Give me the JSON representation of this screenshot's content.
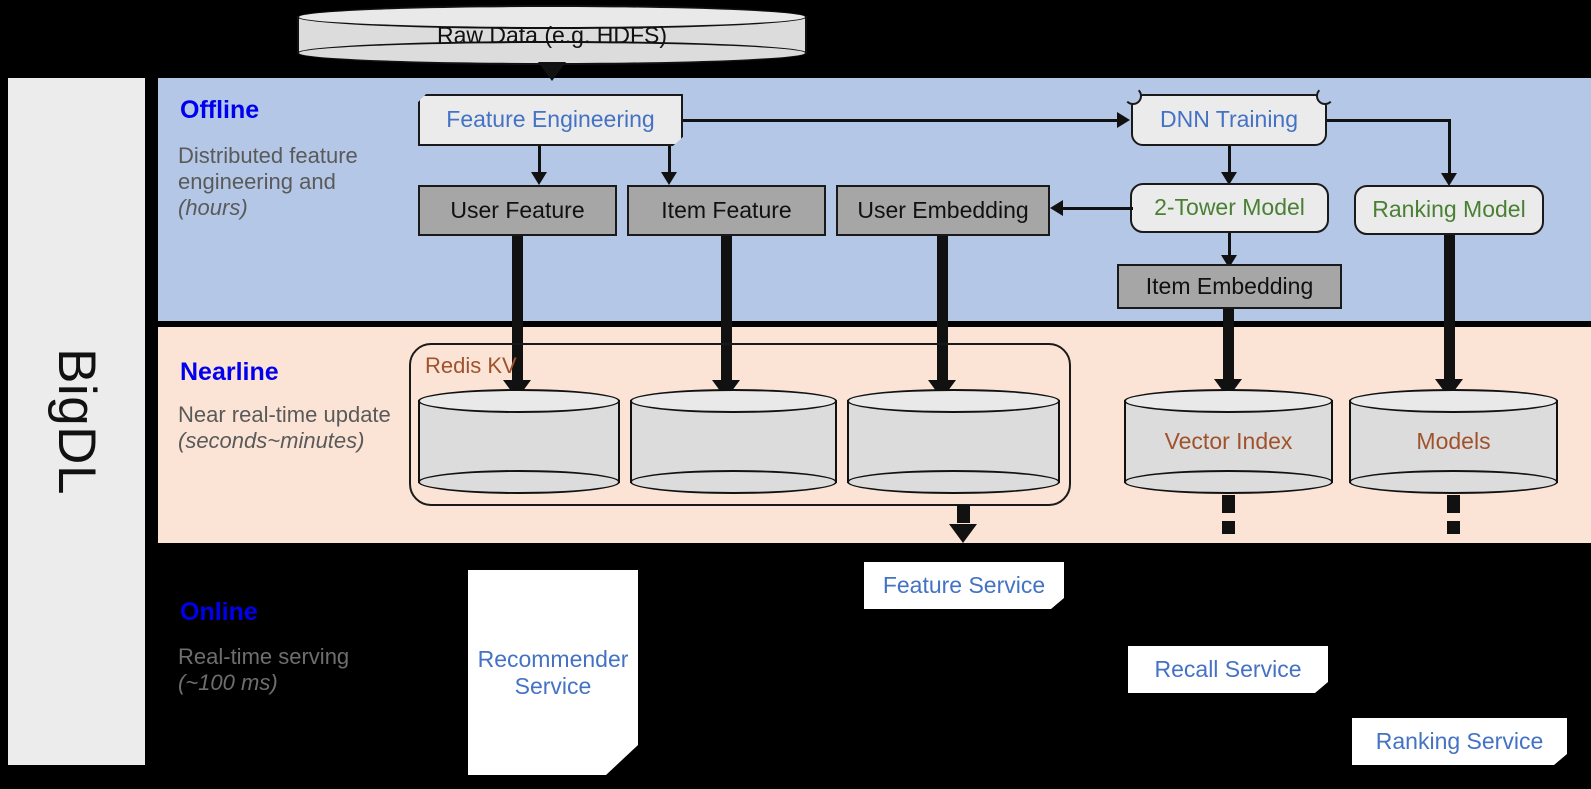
{
  "brand": {
    "name": "BigDL"
  },
  "bands": [
    {
      "id": "offline",
      "title": "Offline",
      "subtitle": "Distributed feature engineering and ",
      "subtitle_italic": "(hours)",
      "color": "#b4c7e7"
    },
    {
      "id": "nearline",
      "title": "Nearline",
      "subtitle": "Near real-time update ",
      "subtitle_italic": "(seconds~minutes)",
      "color": "#fbe4d5"
    },
    {
      "id": "online",
      "title": "Online",
      "subtitle": "Real-time serving ",
      "subtitle_italic": "(~100 ms)",
      "color": "#000000"
    }
  ],
  "nodes": {
    "raw_data": "Raw Data (e.g. HDFS)",
    "feature_engineering": "Feature Engineering",
    "dnn_training": "DNN Training",
    "user_feature": "User Feature",
    "item_feature": "Item Feature",
    "user_embedding": "User Embedding",
    "two_tower_model": "2-Tower Model",
    "ranking_model": "Ranking Model",
    "item_embedding": "Item Embedding",
    "redis_kv": "Redis KV",
    "vector_index": "Vector Index",
    "models": "Models",
    "feature_service": "Feature Service",
    "recall_service": "Recall Service",
    "ranking_service": "Ranking Service",
    "recommender_service": "Recommender Service"
  },
  "colors": {
    "offline_band": "#b4c7e7",
    "nearline_band": "#fbe4d5",
    "online_band": "#000000",
    "band_title": "#0000ee",
    "band_subtitle": "#5a5a5a",
    "blue_text": "#4472c4",
    "green_text": "#4a8033",
    "brown_text": "#a0522d",
    "grey_fill": "#a6a6a6",
    "light_fill": "#ebebeb",
    "cylinder_fill": "#dcdcdc",
    "rail_fill": "#ececec",
    "stroke": "#1a1a1a"
  }
}
